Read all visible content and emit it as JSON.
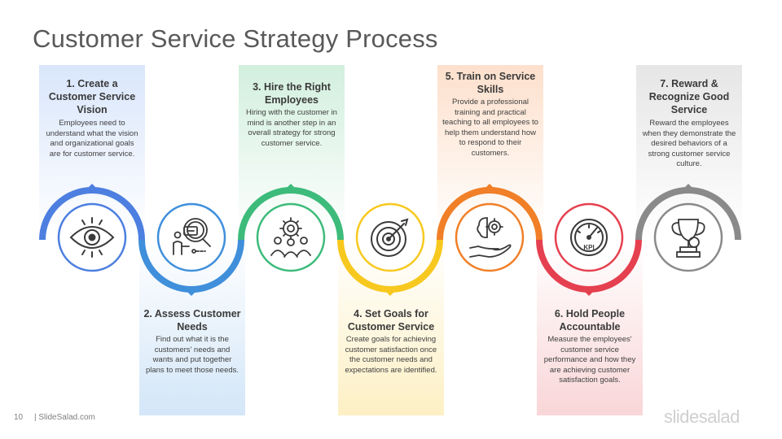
{
  "title": "Customer Service Strategy Process",
  "colors": {
    "step1": "#4d7fe0",
    "step2": "#3f8fdb",
    "step3": "#3dbb7b",
    "step4": "#f7c81e",
    "step5": "#f07f27",
    "step6": "#e5404f",
    "step7": "#8a8a8a"
  },
  "steps": [
    {
      "head": "1. Create a Customer Service Vision",
      "body": "Employees need to understand what the vision and organizational goals are for customer service.",
      "icon": "eye-icon"
    },
    {
      "head": "2. Assess Customer Needs",
      "body": "Find out what it is the customers’ needs and wants and put together plans to meet those needs.",
      "icon": "magnifier-person-icon"
    },
    {
      "head": "3.  Hire the Right Employees",
      "body": "Hiring with the customer in mind is another step in an overall strategy for strong customer service.",
      "icon": "gear-team-icon"
    },
    {
      "head": "4. Set Goals for Customer Service",
      "body": "Create goals for achieving customer satisfaction once the customer needs and expectations are identified.",
      "icon": "target-icon"
    },
    {
      "head": "5. Train on Service Skills",
      "body": "Provide a professional training and practical teaching to all employees to help them understand how to respond to their customers.",
      "icon": "brain-hand-icon"
    },
    {
      "head": "6. Hold People Accountable",
      "body": "Measure the employees' customer service performance and how they are achieving customer satisfaction goals.",
      "icon": "kpi-gauge-icon"
    },
    {
      "head": "7. Reward & Recognize Good Service",
      "body": "Reward the employees when they demonstrate the desired behaviors of a strong customer service culture.",
      "icon": "trophy-icon"
    }
  ],
  "footer": {
    "page_number": "10",
    "site": "| SlideSalad.com",
    "brand": "slidesalad"
  }
}
